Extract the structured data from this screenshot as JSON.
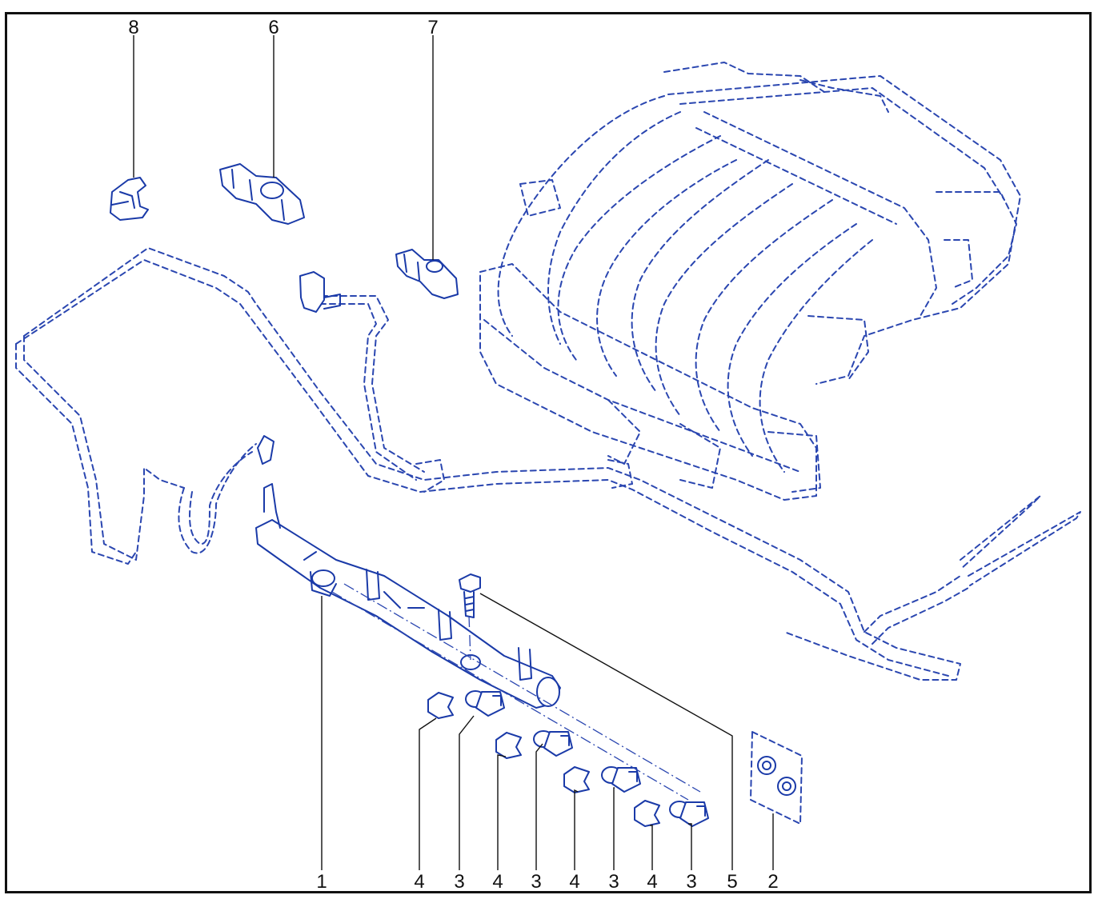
{
  "callouts": [
    {
      "id": "c8",
      "label": "8"
    },
    {
      "id": "c6",
      "label": "6"
    },
    {
      "id": "c7",
      "label": "7"
    },
    {
      "id": "c1",
      "label": "1"
    },
    {
      "id": "c4a",
      "label": "4"
    },
    {
      "id": "c3a",
      "label": "3"
    },
    {
      "id": "c4b",
      "label": "4"
    },
    {
      "id": "c3b",
      "label": "3"
    },
    {
      "id": "c4c",
      "label": "4"
    },
    {
      "id": "c3c",
      "label": "3"
    },
    {
      "id": "c4d",
      "label": "4"
    },
    {
      "id": "c3d",
      "label": "3"
    },
    {
      "id": "c5",
      "label": "5"
    },
    {
      "id": "c2",
      "label": "2"
    }
  ],
  "colors": {
    "part_line": "#1a3aa8",
    "phantom_line": "#2a46b0",
    "leader_line": "#111111",
    "frame": "#111111"
  }
}
